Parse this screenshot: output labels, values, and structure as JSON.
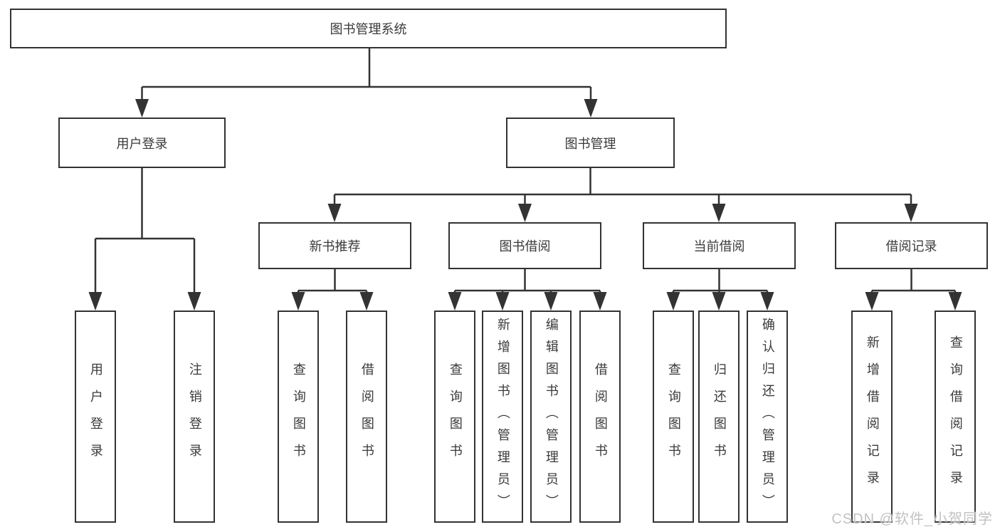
{
  "tree": {
    "root": {
      "label": "图书管理系统",
      "children": [
        {
          "label": "用户登录",
          "children": [
            {
              "label": "用户登录"
            },
            {
              "label": "注销登录"
            }
          ]
        },
        {
          "label": "图书管理",
          "children": [
            {
              "label": "新书推荐",
              "children": [
                {
                  "label": "查询图书"
                },
                {
                  "label": "借阅图书"
                }
              ]
            },
            {
              "label": "图书借阅",
              "children": [
                {
                  "label": "查询图书"
                },
                {
                  "label": "新增图书（管理员）"
                },
                {
                  "label": "编辑图书（管理员）"
                },
                {
                  "label": "借阅图书"
                }
              ]
            },
            {
              "label": "当前借阅",
              "children": [
                {
                  "label": "查询图书"
                },
                {
                  "label": "归还图书"
                },
                {
                  "label": "确认归还（管理员）"
                }
              ]
            },
            {
              "label": "借阅记录",
              "children": [
                {
                  "label": "新增借阅记录"
                },
                {
                  "label": "查询借阅记录"
                }
              ]
            }
          ]
        }
      ]
    }
  },
  "watermark": {
    "text": "CSDN @软件_小贺同学",
    "color": "#c2c2c2"
  },
  "colors": {
    "line": "#333333",
    "box_border": "#333333",
    "box_background": "#ffffff",
    "text": "#3a3a3a",
    "page_background": "#ffffff"
  }
}
